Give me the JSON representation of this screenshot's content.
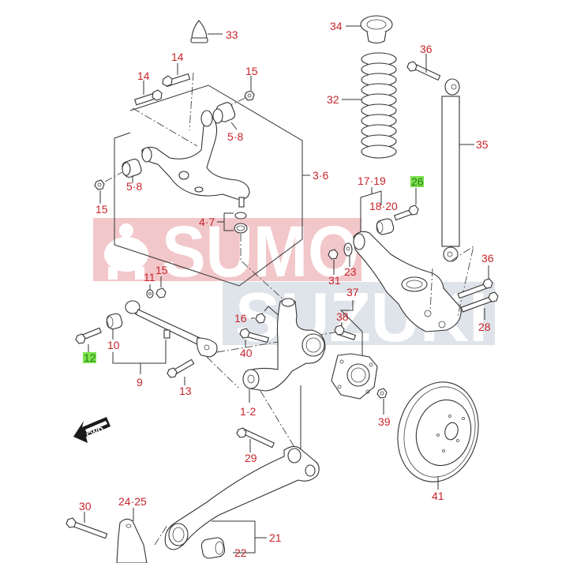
{
  "diagram": {
    "title": "Rear suspension exploded parts diagram",
    "label_color": "#c8242c",
    "highlight_color": "#7be34d",
    "watermark": {
      "top_text": "SUMO",
      "bottom_text": "SUZUKI",
      "top_color": "#f2c7c9",
      "bottom_color": "#dfe4ea",
      "mascot": "sumo-wrestler"
    },
    "direction_arrow": {
      "text": "FWD",
      "icon": "arrow-left-icon"
    },
    "callouts": [
      {
        "id": "33",
        "text": "33",
        "part": "bump stopper"
      },
      {
        "id": "14a",
        "text": "14",
        "part": "bolt"
      },
      {
        "id": "14b",
        "text": "14",
        "part": "bolt"
      },
      {
        "id": "15a",
        "text": "15",
        "part": "nut"
      },
      {
        "id": "58a",
        "text": "5·8",
        "part": "bushing"
      },
      {
        "id": "58b",
        "text": "5·8",
        "part": "bushing"
      },
      {
        "id": "15b",
        "text": "15",
        "part": "nut"
      },
      {
        "id": "36",
        "text": "3·6",
        "part": "upper control arm assembly"
      },
      {
        "id": "47",
        "text": "4·7",
        "part": "ball joint boot"
      },
      {
        "id": "34",
        "text": "34",
        "part": "spring seat"
      },
      {
        "id": "32",
        "text": "32",
        "part": "coil spring"
      },
      {
        "id": "36a",
        "text": "36",
        "part": "bolt"
      },
      {
        "id": "35",
        "text": "35",
        "part": "shock absorber"
      },
      {
        "id": "1719",
        "text": "17·19",
        "part": "lower arm"
      },
      {
        "id": "26",
        "text": "26",
        "part": "bolt",
        "highlighted": true
      },
      {
        "id": "1820",
        "text": "18·20",
        "part": "bushing"
      },
      {
        "id": "31",
        "text": "31",
        "part": "nut"
      },
      {
        "id": "23",
        "text": "23",
        "part": "washer"
      },
      {
        "id": "36b",
        "text": "36",
        "part": "bolt"
      },
      {
        "id": "28",
        "text": "28",
        "part": "bolt"
      },
      {
        "id": "37",
        "text": "37",
        "part": "hub bearing"
      },
      {
        "id": "38",
        "text": "38",
        "part": "hub bolt"
      },
      {
        "id": "11",
        "text": "11",
        "part": "washer"
      },
      {
        "id": "15c",
        "text": "15",
        "part": "nut"
      },
      {
        "id": "16",
        "text": "16",
        "part": "nut"
      },
      {
        "id": "40",
        "text": "40",
        "part": "bolt"
      },
      {
        "id": "12",
        "text": "12",
        "part": "bolt",
        "highlighted": true
      },
      {
        "id": "10",
        "text": "10",
        "part": "bushing"
      },
      {
        "id": "9",
        "text": "9",
        "part": "lateral rod"
      },
      {
        "id": "13",
        "text": "13",
        "part": "bolt"
      },
      {
        "id": "12k",
        "text": "1·2",
        "part": "knuckle"
      },
      {
        "id": "39",
        "text": "39",
        "part": "hub nut"
      },
      {
        "id": "29",
        "text": "29",
        "part": "bolt"
      },
      {
        "id": "41",
        "text": "41",
        "part": "brake drum"
      },
      {
        "id": "30",
        "text": "30",
        "part": "bolt"
      },
      {
        "id": "2425",
        "text": "24·25",
        "part": "bracket"
      },
      {
        "id": "21",
        "text": "21",
        "part": "trailing arm"
      },
      {
        "id": "22",
        "text": "22",
        "part": "bushing"
      }
    ]
  }
}
